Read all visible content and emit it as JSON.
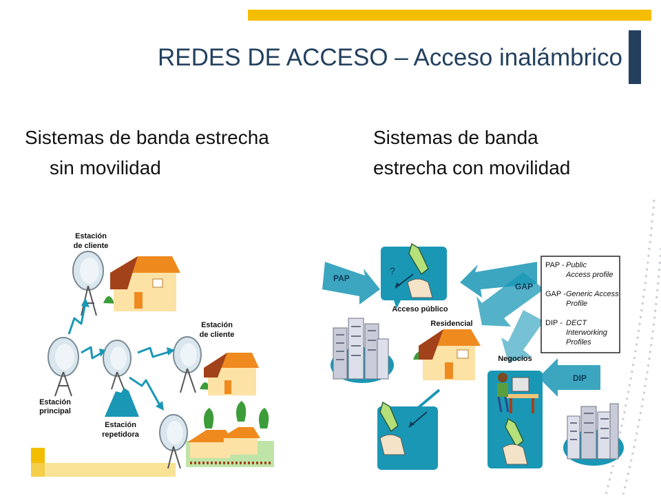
{
  "slide": {
    "title": "REDES DE ACCESO – Acceso inalámbrico",
    "left_heading_line1": "Sistemas de banda estrecha",
    "left_heading_line2": "sin movilidad",
    "right_heading_line1": "Sistemas de banda",
    "right_heading_line2": "estrecha con movilidad"
  },
  "left_diagram": {
    "labels": {
      "client_station_1_l1": "Estación",
      "client_station_1_l2": "de cliente",
      "client_station_2_l1": "Estación",
      "client_station_2_l2": "de cliente",
      "main_station_l1": "Estación",
      "main_station_l2": "principal",
      "repeater_station_l1": "Estación",
      "repeater_station_l2": "repetidora"
    }
  },
  "right_diagram": {
    "labels": {
      "pap": "PAP",
      "gap": "GAP",
      "dip": "DIP",
      "public_access": "Acceso público",
      "residential": "Residencial",
      "business": "Negocios",
      "question": "?"
    },
    "legend": [
      {
        "code": "PAP -",
        "line1": "Public",
        "line2": "Access profile"
      },
      {
        "code": "GAP -",
        "line1": "Generic Access",
        "line2": "Profile"
      },
      {
        "code": "DIP -",
        "line1": "DECT",
        "line2": "Interworking",
        "line3": "Profiles"
      }
    ]
  },
  "colors": {
    "accent_yellow": "#f5bd00",
    "title_navy": "#23415f",
    "teal": "#1a97b5",
    "house_orange": "#ef8a1f",
    "house_wall": "#fde2a6"
  }
}
